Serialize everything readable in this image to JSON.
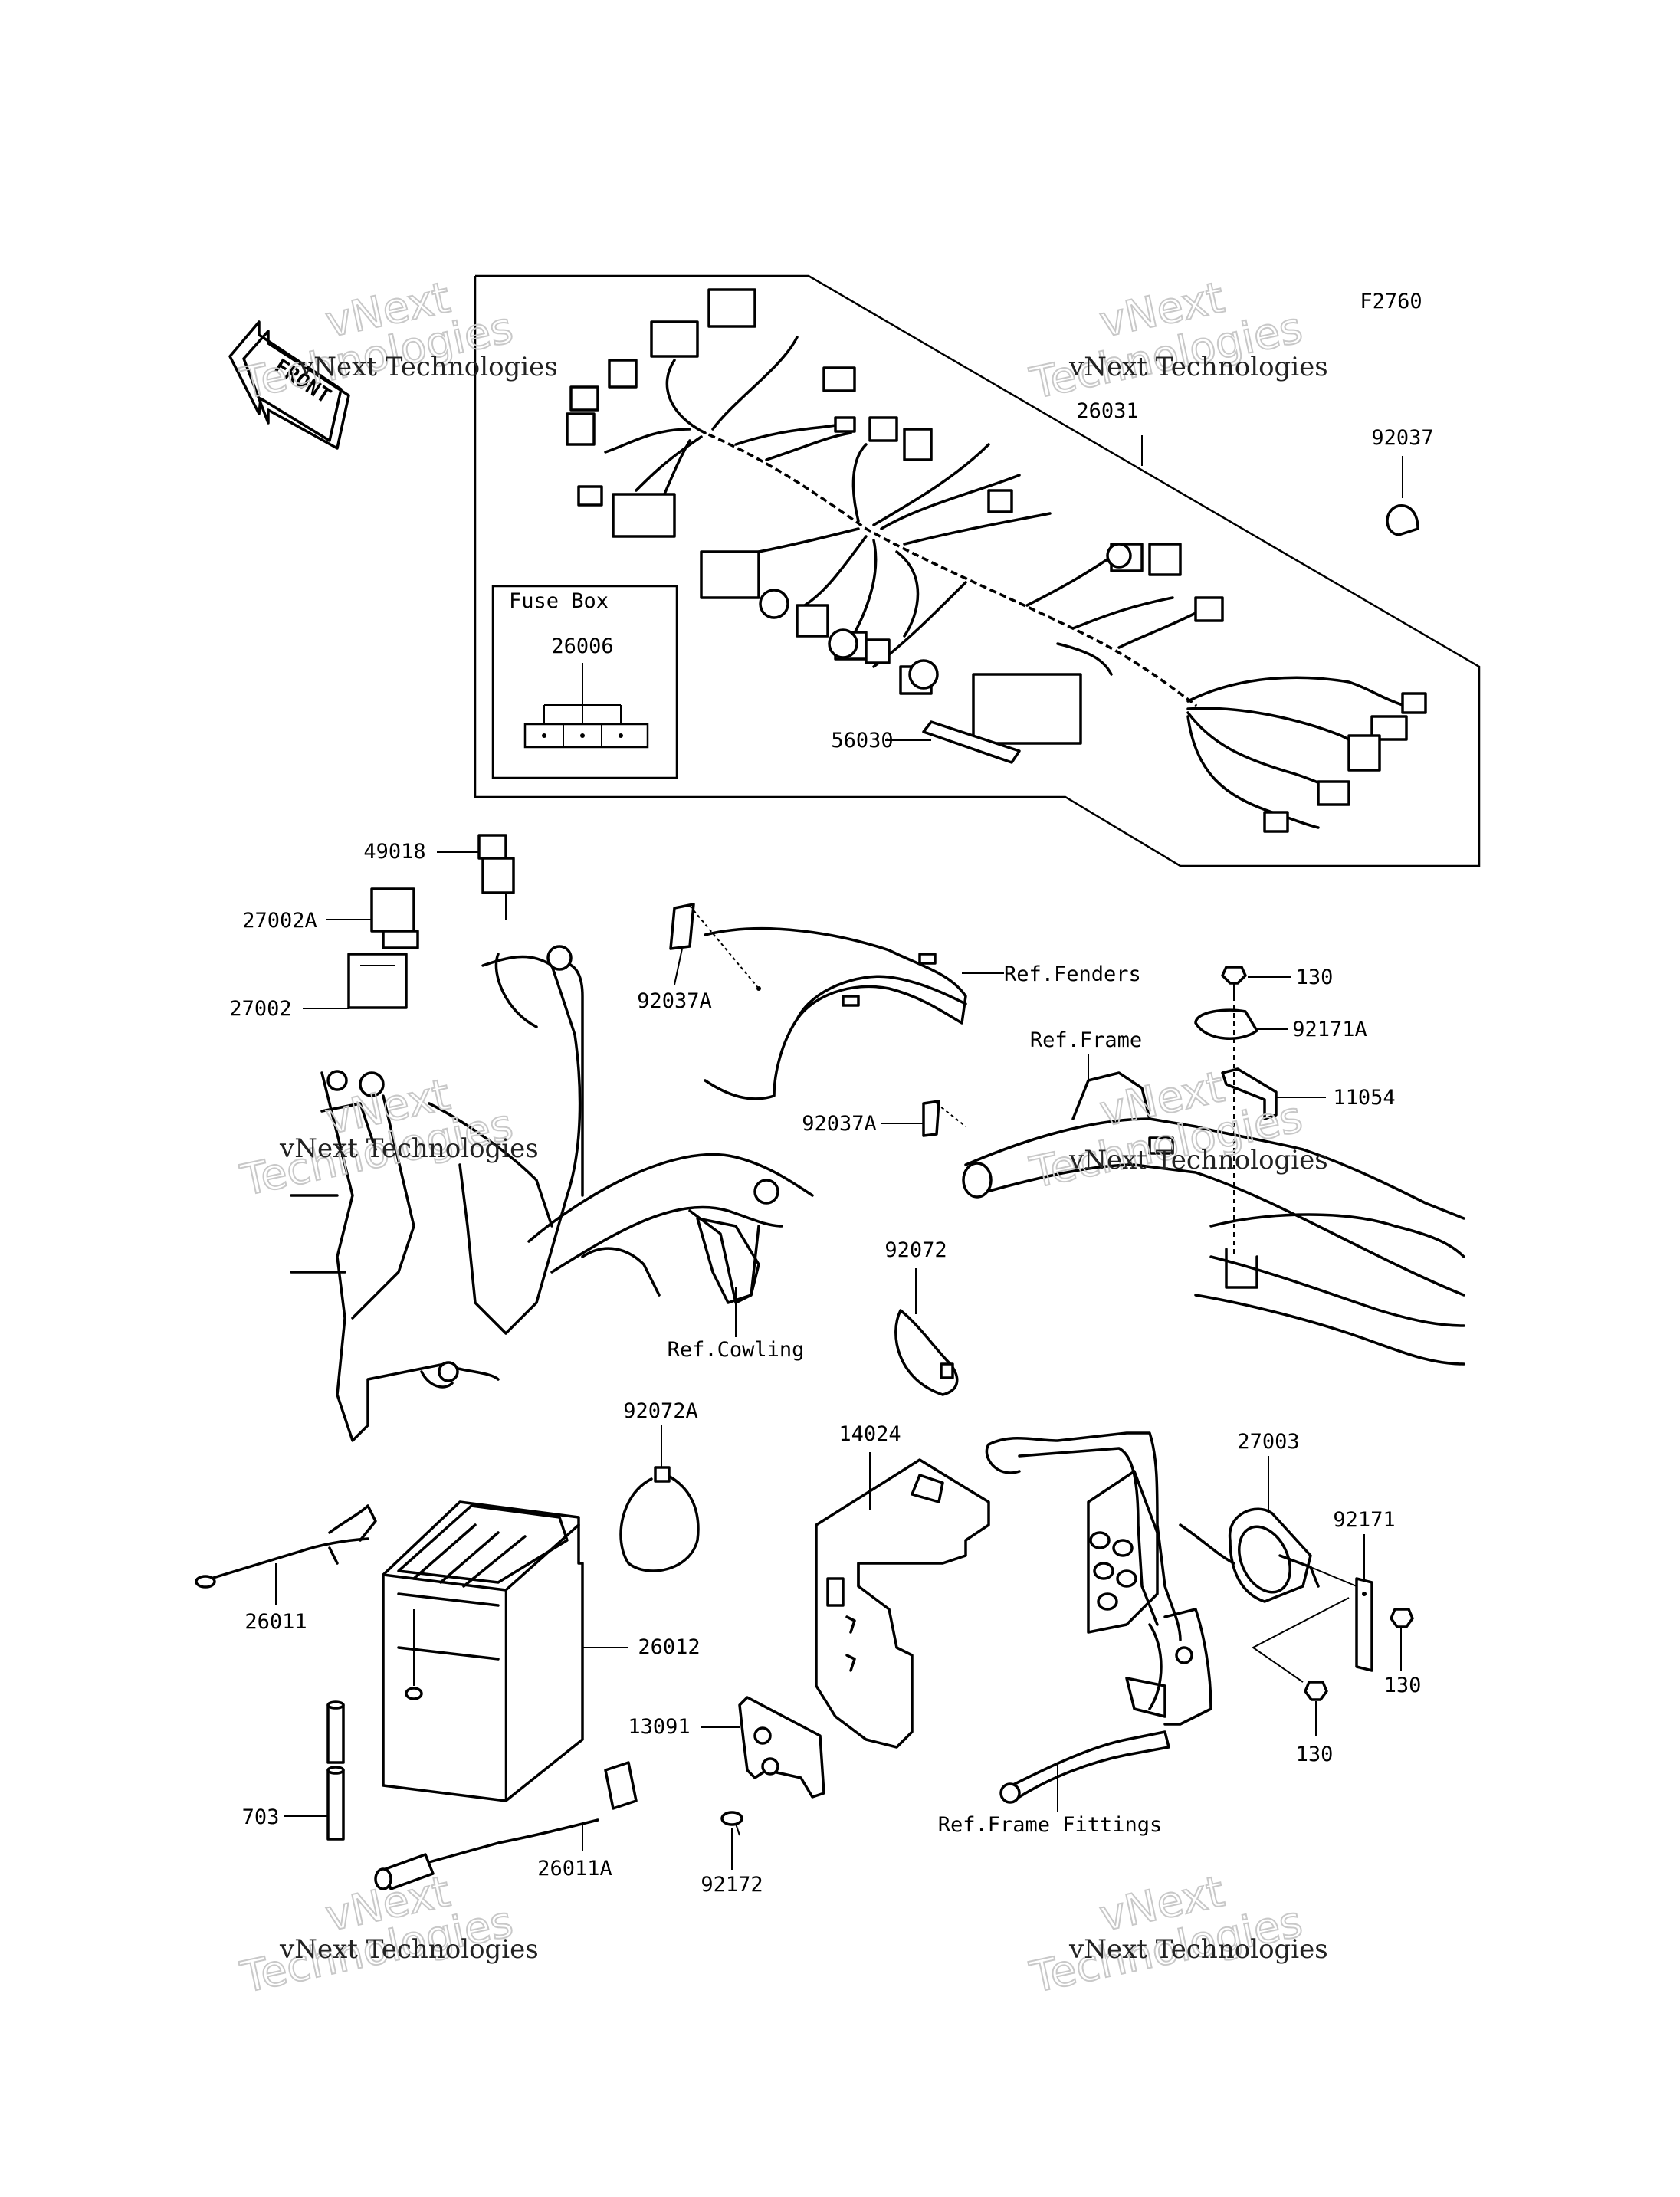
{
  "diagram_code": "F2760",
  "front_arrow": "FRONT",
  "fuse_box": {
    "title": "Fuse Box",
    "part": "26006"
  },
  "watermark": {
    "line1": "vNext Technologies",
    "big_a": "vNext",
    "big_b": "Technologies"
  },
  "parts": [
    "26031",
    "92037",
    "56030",
    "49018",
    "27002A",
    "27002",
    "92037A",
    "92037A",
    "130",
    "92171A",
    "11054",
    "92072",
    "92072A",
    "14024",
    "27003",
    "92171",
    "130",
    "130",
    "26011",
    "26012",
    "13091",
    "703",
    "26011A",
    "92172"
  ],
  "refs": {
    "fenders": "Ref.Fenders",
    "frame": "Ref.Frame",
    "cowling": "Ref.Cowling",
    "frame_fittings": "Ref.Frame Fittings"
  }
}
